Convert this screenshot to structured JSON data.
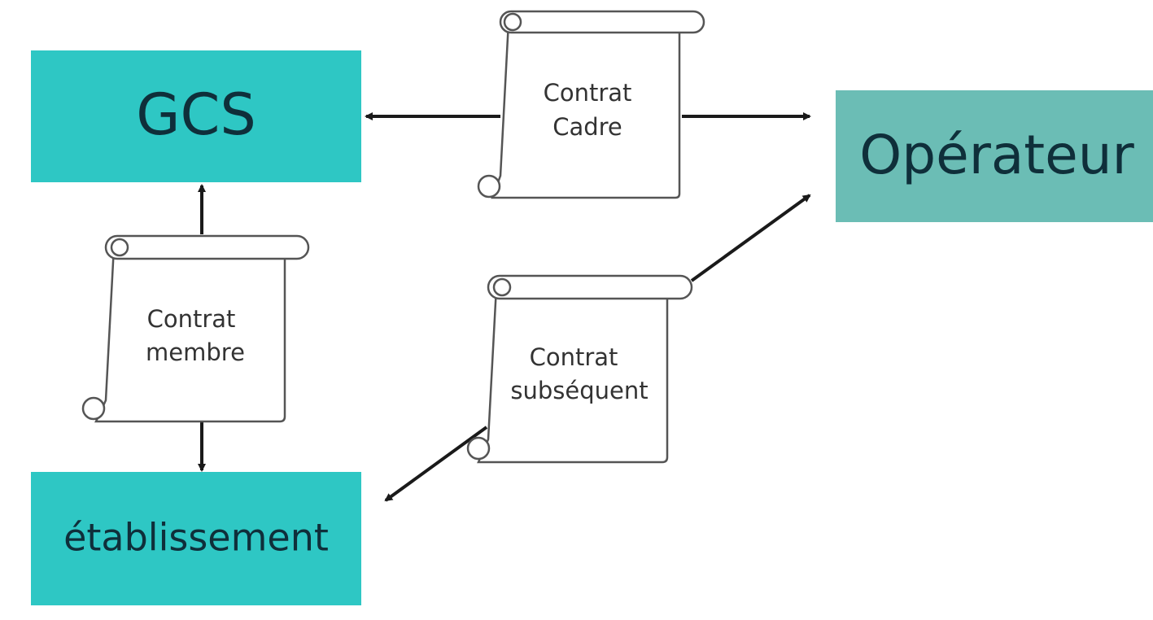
{
  "colors": {
    "gcs_fill": "#2ec7c4",
    "operateur_fill": "#6bbdb5",
    "etablissement_fill": "#2ec7c4",
    "text": "#0f2f3a"
  },
  "nodes": {
    "gcs": {
      "label": "GCS"
    },
    "operateur": {
      "label": "Opérateur"
    },
    "etablissement": {
      "label": "établissement"
    },
    "contrat_cadre": {
      "line1": "Contrat",
      "line2": "Cadre"
    },
    "contrat_membre": {
      "line1": "Contrat",
      "line2": "membre"
    },
    "contrat_subsequent": {
      "line1": "Contrat",
      "line2": "subséquent"
    }
  },
  "edges": [
    {
      "from": "contrat_cadre",
      "to": "gcs"
    },
    {
      "from": "contrat_cadre",
      "to": "operateur"
    },
    {
      "from": "contrat_membre",
      "to": "gcs"
    },
    {
      "from": "contrat_membre",
      "to": "etablissement"
    },
    {
      "from": "contrat_subsequent",
      "to": "operateur"
    },
    {
      "from": "contrat_subsequent",
      "to": "etablissement"
    }
  ]
}
